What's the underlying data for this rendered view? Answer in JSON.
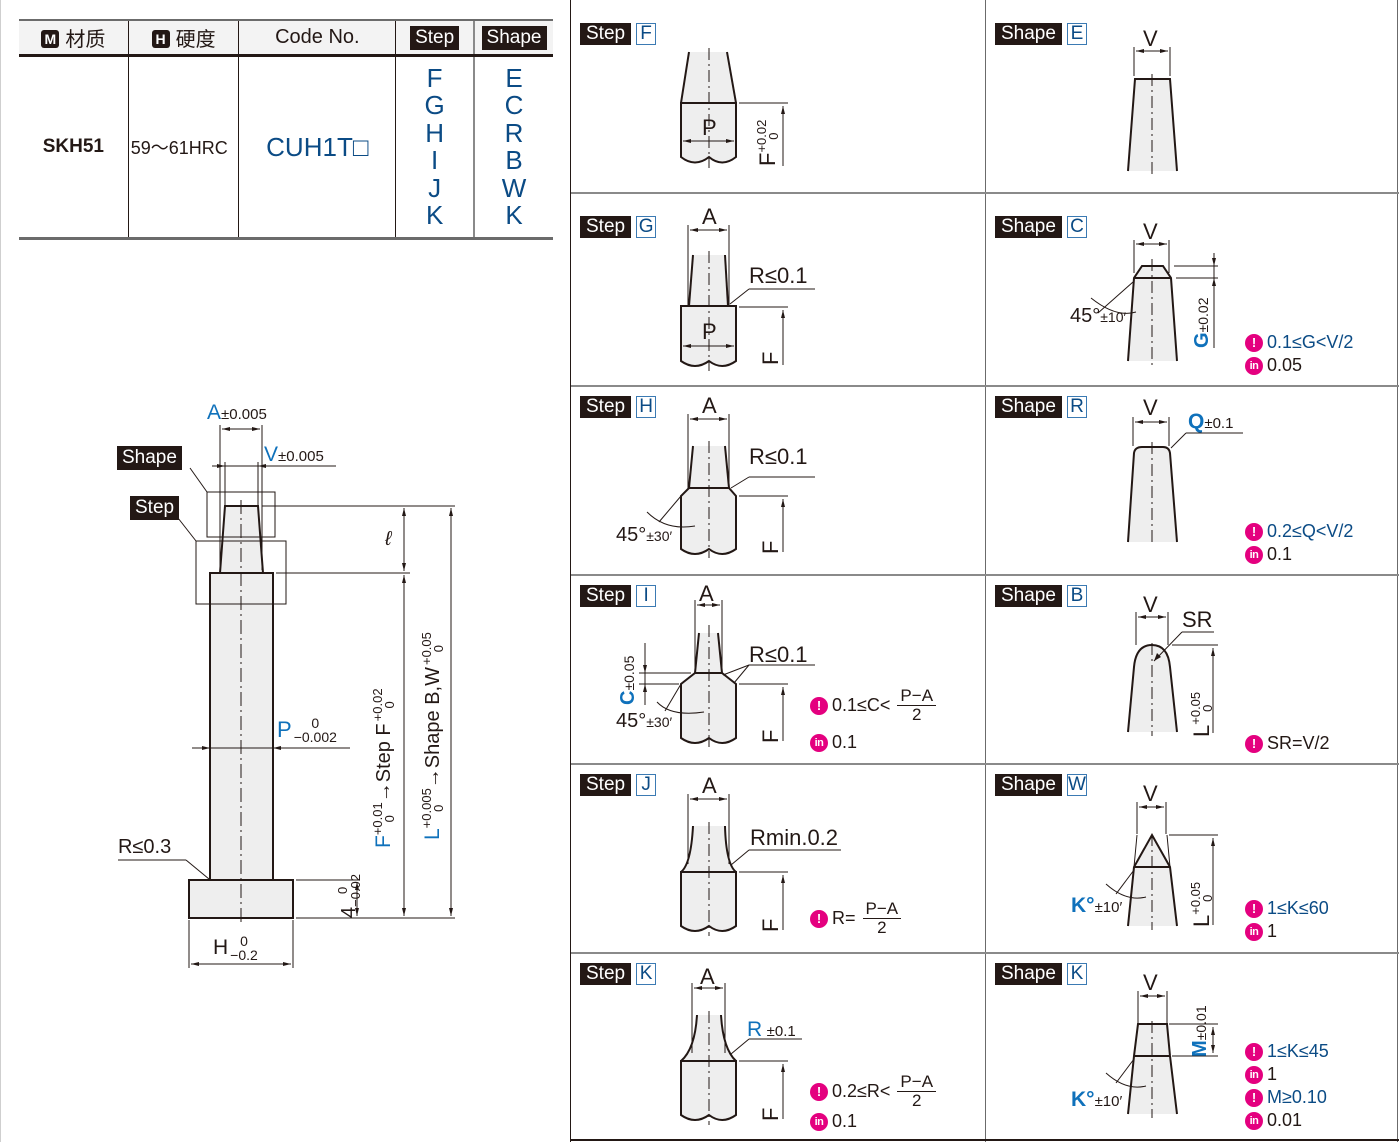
{
  "spec_table": {
    "headers": {
      "material_icon": "M",
      "material": "材质",
      "hardness_icon": "H",
      "hardness": "硬度",
      "code": "Code No.",
      "step": "Step",
      "shape": "Shape"
    },
    "row": {
      "material": "SKH51",
      "hardness": "59〜61HRC",
      "code": "CUH1T□",
      "step_options": [
        "F",
        "G",
        "H",
        "I",
        "J",
        "K"
      ],
      "shape_options": [
        "E",
        "C",
        "R",
        "B",
        "W",
        "K"
      ]
    }
  },
  "main_drawing": {
    "shape_tag": "Shape",
    "step_tag": "Step",
    "dim_A": "A",
    "dim_A_tol": "±0.005",
    "dim_V": "V",
    "dim_V_tol": "±0.005",
    "dim_l": "ℓ",
    "dim_P": "P",
    "dim_P_tol_upper": "0",
    "dim_P_tol_lower": "−0.002",
    "radius_note": "R≤0.3",
    "head_thickness": "4",
    "head_thickness_tol_upper": "0",
    "head_thickness_tol_lower": "−0.02",
    "dim_H": "H",
    "dim_H_tol_upper": "0",
    "dim_H_tol_lower": "−0.2",
    "dim_F_label": "F",
    "dim_F_tol_upper": "+0.01",
    "dim_F_tol_lower": "0",
    "dim_F_arrow_text": "→Step F",
    "dim_F_step_tol_upper": "+0.02",
    "dim_F_step_tol_lower": "0",
    "dim_L_label": "L",
    "dim_L_tol_upper": "+0.005",
    "dim_L_tol_lower": "0",
    "dim_L_arrow_text": "→Shape B,W",
    "dim_L_shape_tol_upper": "+0.05",
    "dim_L_shape_tol_lower": "0"
  },
  "steps": [
    {
      "kind": "Step",
      "code": "F",
      "labels": {
        "P": "P",
        "F": "F",
        "F_tol_upper": "+0.02",
        "F_tol_lower": "0"
      },
      "notes": []
    },
    {
      "kind": "Step",
      "code": "G",
      "labels": {
        "A": "A",
        "P": "P",
        "F": "F",
        "R": "R≤0.1"
      },
      "notes": []
    },
    {
      "kind": "Step",
      "code": "H",
      "labels": {
        "A": "A",
        "F": "F",
        "R": "R≤0.1",
        "angle": "45°",
        "angle_tol": "±30′"
      },
      "notes": []
    },
    {
      "kind": "Step",
      "code": "I",
      "labels": {
        "A": "A",
        "F": "F",
        "R": "R≤0.1",
        "angle": "45°",
        "angle_tol": "±30′",
        "C": "C",
        "C_tol": "±0.05"
      },
      "notes": [
        {
          "icon": "!",
          "text": "0.1≤C<",
          "frac_num": "P−A",
          "frac_den": "2"
        },
        {
          "icon": "in",
          "text": "0.1"
        }
      ]
    },
    {
      "kind": "Step",
      "code": "J",
      "labels": {
        "A": "A",
        "F": "F",
        "R": "Rmin.0.2"
      },
      "notes": [
        {
          "icon": "!",
          "text": "R=",
          "frac_num": "P−A",
          "frac_den": "2"
        }
      ]
    },
    {
      "kind": "Step",
      "code": "K",
      "labels": {
        "A": "A",
        "F": "F",
        "R": "R",
        "R_tol": "±0.1"
      },
      "notes": [
        {
          "icon": "!",
          "text": "0.2≤R<",
          "frac_num": "P−A",
          "frac_den": "2"
        },
        {
          "icon": "in",
          "text": "0.1"
        }
      ]
    }
  ],
  "shapes": [
    {
      "kind": "Shape",
      "code": "E",
      "labels": {
        "V": "V"
      },
      "notes": []
    },
    {
      "kind": "Shape",
      "code": "C",
      "labels": {
        "V": "V",
        "angle": "45°",
        "angle_tol": "±10′",
        "G": "G",
        "G_tol": "±0.02"
      },
      "notes": [
        {
          "icon": "!",
          "text": "0.1≤G<V/2"
        },
        {
          "icon": "in",
          "text": "0.05"
        }
      ]
    },
    {
      "kind": "Shape",
      "code": "R",
      "labels": {
        "V": "V",
        "Q": "Q",
        "Q_tol": "±0.1"
      },
      "notes": [
        {
          "icon": "!",
          "text": "0.2≤Q<V/2"
        },
        {
          "icon": "in",
          "text": "0.1"
        }
      ]
    },
    {
      "kind": "Shape",
      "code": "B",
      "labels": {
        "V": "V",
        "SR": "SR",
        "L": "L",
        "L_tol_upper": "+0.05",
        "L_tol_lower": "0"
      },
      "notes": [
        {
          "icon": "!",
          "text": "SR=V/2"
        }
      ]
    },
    {
      "kind": "Shape",
      "code": "W",
      "labels": {
        "V": "V",
        "K": "K°",
        "K_tol": "±10′",
        "L": "L",
        "L_tol_upper": "+0.05",
        "L_tol_lower": "0"
      },
      "notes": [
        {
          "icon": "!",
          "text": "1≤K≤60"
        },
        {
          "icon": "in",
          "text": "1"
        }
      ]
    },
    {
      "kind": "Shape",
      "code": "K",
      "labels": {
        "V": "V",
        "K": "K°",
        "K_tol": "±10′",
        "M": "M",
        "M_tol": "±0.01"
      },
      "notes": [
        {
          "icon": "!",
          "text": "1≤K≤45"
        },
        {
          "icon": "in",
          "text": "1"
        },
        {
          "icon": "!",
          "text": "M≥0.10"
        },
        {
          "icon": "in",
          "text": "0.01"
        }
      ]
    }
  ]
}
